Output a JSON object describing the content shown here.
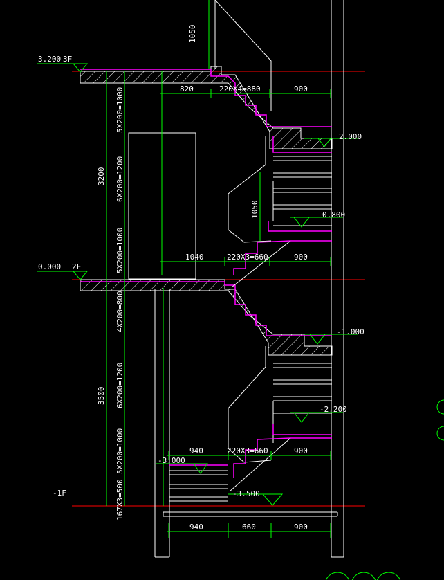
{
  "colors": {
    "background": "#000000",
    "structure": "#ffffff",
    "dimension": "#00ff00",
    "level_line": "#ff0000",
    "stair_outline": "#ff00ff"
  },
  "levels": [
    {
      "elevation": "3.200",
      "floor": "3F"
    },
    {
      "elevation": "0.000",
      "floor": "2F"
    },
    {
      "floor": "-1F"
    }
  ],
  "landing_elevations": [
    "2.000",
    "0.800",
    "-1.000",
    "-2.200",
    "-3.000",
    "-3.500"
  ],
  "vertical_dimensions": {
    "top_1050": "1050",
    "upper_total": "3200",
    "lower_total": "3500",
    "mid_1050": "1050",
    "risers_upper": [
      "5X200=1000",
      "6X200=1200",
      "5X200=1000"
    ],
    "risers_lower": [
      "4X200=800",
      "6X200=1200",
      "5X200=1000",
      "167X3=500"
    ]
  },
  "horizontal_dimensions": {
    "row_3f": [
      "820",
      "220X4=880",
      "900"
    ],
    "row_2f": [
      "1040",
      "220X3=660",
      "900"
    ],
    "row_b": [
      "940",
      "220X3=660",
      "900"
    ],
    "row_bottom": [
      "940",
      "660",
      "900"
    ]
  }
}
